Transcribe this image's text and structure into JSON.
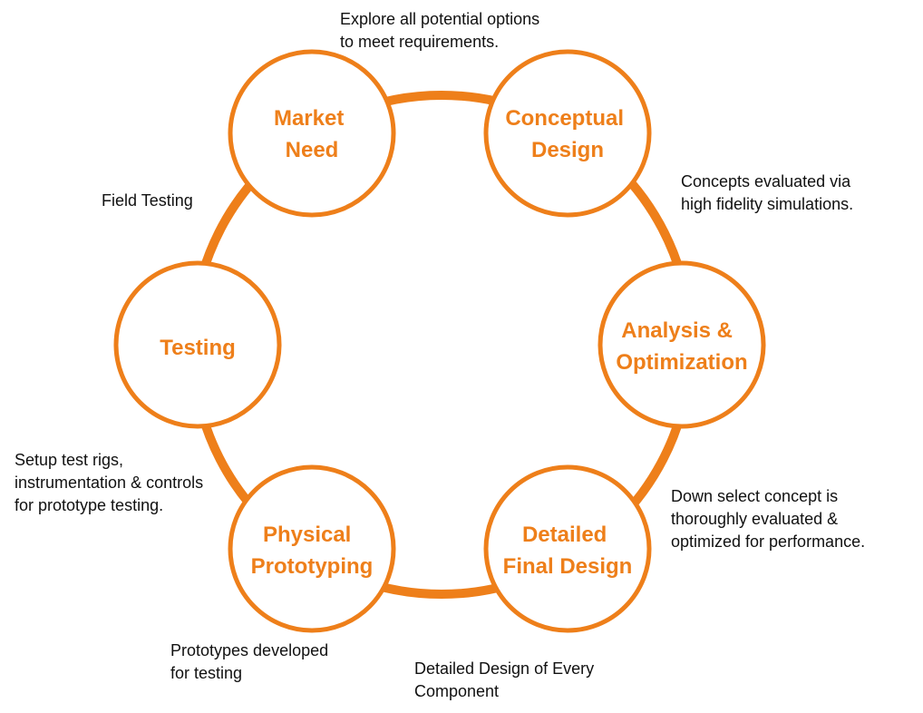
{
  "colors": {
    "accent": "#EE7F1A",
    "text": "#111111",
    "background": "#FFFFFF"
  },
  "stages": [
    {
      "id": "market-need",
      "lines": [
        "Market",
        "Need"
      ]
    },
    {
      "id": "conceptual-design",
      "lines": [
        "Conceptual",
        "Design"
      ]
    },
    {
      "id": "analysis-optimization",
      "lines": [
        "Analysis &",
        "Optimization"
      ]
    },
    {
      "id": "detailed-final-design",
      "lines": [
        "Detailed",
        "Final Design"
      ]
    },
    {
      "id": "physical-prototyping",
      "lines": [
        "Physical",
        "Prototyping"
      ]
    },
    {
      "id": "testing",
      "lines": [
        "Testing"
      ]
    }
  ],
  "annotations": {
    "explore": [
      "Explore all potential options",
      "to meet requirements."
    ],
    "concepts": [
      "Concepts evaluated via",
      "high fidelity simulations."
    ],
    "down_select": [
      "Down select concept is",
      "thoroughly evaluated &",
      "optimized for performance."
    ],
    "detailed_every": [
      "Detailed Design of Every",
      "Component"
    ],
    "prototypes": [
      "Prototypes developed",
      "for testing"
    ],
    "setup": [
      "Setup test rigs,",
      "instrumentation & controls",
      "for prototype testing."
    ],
    "field": [
      "Field Testing"
    ]
  }
}
